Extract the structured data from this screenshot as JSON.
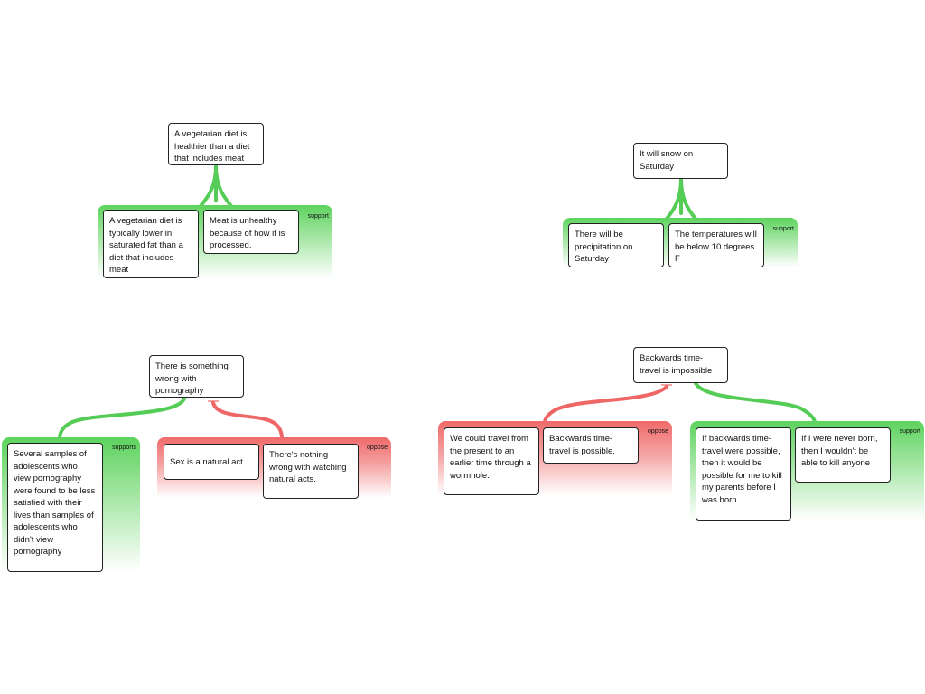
{
  "maps": [
    {
      "claim": "A vegetarian diet is healthier than a diet that includes meat",
      "groups": [
        {
          "type": "support",
          "label": "support",
          "reasons": [
            "A vegetarian diet is typically lower in saturated fat than a diet that includes meat",
            "Meat is unhealthy because of how it is processed."
          ]
        }
      ]
    },
    {
      "claim": "It will snow on Saturday",
      "groups": [
        {
          "type": "support",
          "label": "support",
          "reasons": [
            "There will be precipitation on Saturday",
            "The temperatures will be below 10 degrees F"
          ]
        }
      ]
    },
    {
      "claim": "There is something wrong with pornography",
      "groups": [
        {
          "type": "support",
          "label": "supports",
          "reasons": [
            "Several samples of adolescents who view pornography were found to be less satisfied with their lives than samples of adolescents who didn't view pornography"
          ]
        },
        {
          "type": "oppose",
          "label": "oppose",
          "reasons": [
            "Sex is a natural act",
            "There's nothing wrong with watching natural acts."
          ]
        }
      ]
    },
    {
      "claim": "Backwards time-travel  is impossible",
      "groups": [
        {
          "type": "oppose",
          "label": "oppose",
          "reasons": [
            "We could travel from the present to an earlier time through a wormhole.",
            "Backwards time-travel is possible."
          ]
        },
        {
          "type": "support",
          "label": "support",
          "reasons": [
            "If backwards time-travel were possible, then it would be possible for me to kill my parents before I was born",
            "If I were never born, then I wouldn't be able to kill anyone"
          ]
        }
      ]
    }
  ],
  "colors": {
    "support": "#5dd35d",
    "oppose": "#f06a6a",
    "support_link": "#55cc55",
    "oppose_link": "#ee6666"
  }
}
